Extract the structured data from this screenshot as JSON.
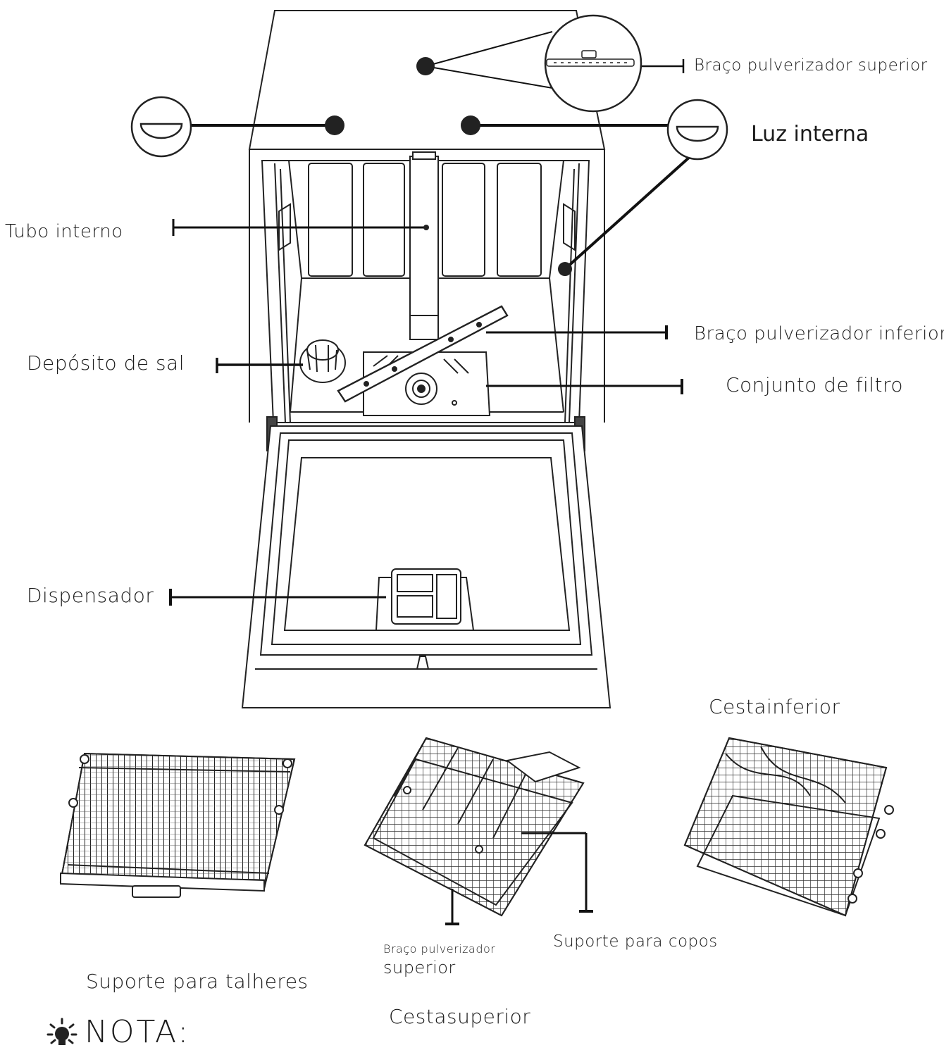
{
  "labels": {
    "upper_spray_arm": "Braço pulverizador superior",
    "internal_light": "Luz interna",
    "internal_tube": "Tubo interno",
    "lower_spray_arm": "Braço pulverizador inferior",
    "salt_container": "Depósito de sal",
    "filter_assembly": "Conjunto de filtro",
    "dispenser": "Dispensador",
    "lower_basket": "Cestainferior",
    "cup_rack": "Suporte para copos",
    "upper_spray_arm_small_line1": "Braço pulverizador",
    "upper_spray_arm_small_line2": "superior",
    "cutlery_rack": "Suporte para talheres",
    "upper_basket": "Cestasuperior"
  },
  "note": {
    "icon": "lightbulb-icon",
    "text": "NOTA:"
  }
}
